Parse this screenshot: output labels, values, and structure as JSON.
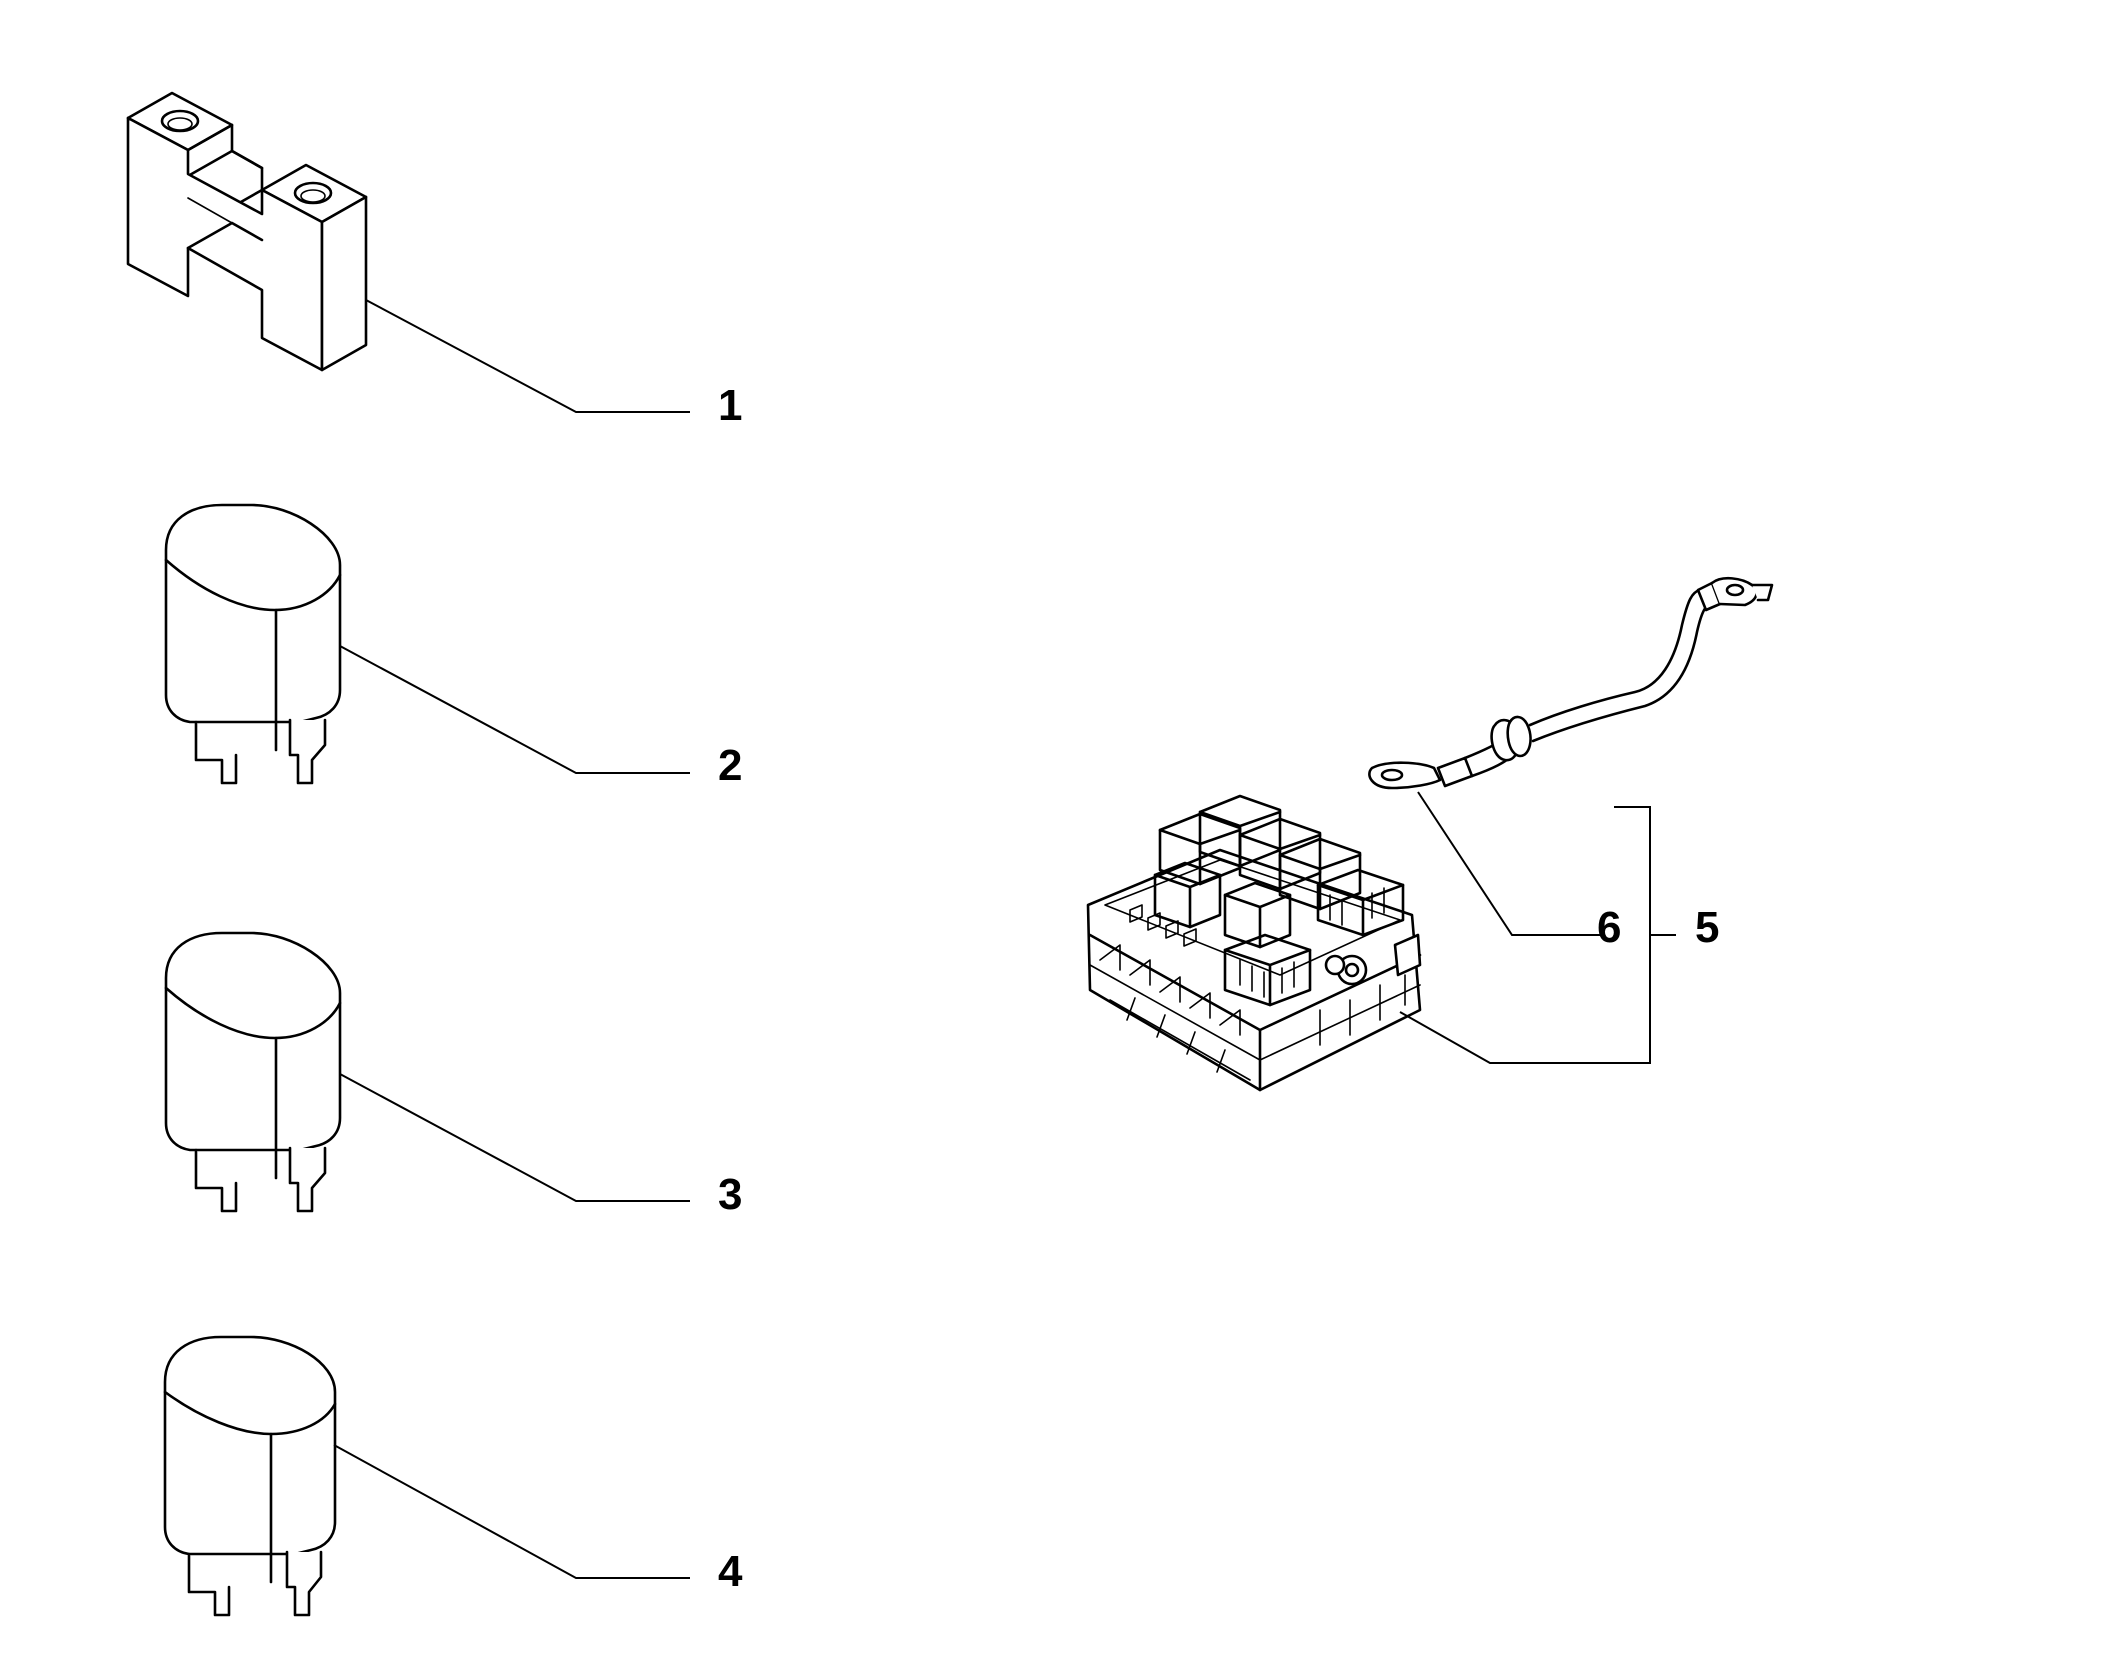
{
  "callouts": {
    "c1": "1",
    "c2": "2",
    "c3": "3",
    "c4": "4",
    "c5": "5",
    "c6": "6"
  },
  "colors": {
    "line": "#000000",
    "background": "#ffffff"
  },
  "parts": {
    "p1": "h-shaped-fuse-icon",
    "p2": "relay-icon",
    "p3": "relay-icon",
    "p4": "relay-icon",
    "p5": "fuse-box-icon",
    "p6": "ground-cable-icon"
  }
}
